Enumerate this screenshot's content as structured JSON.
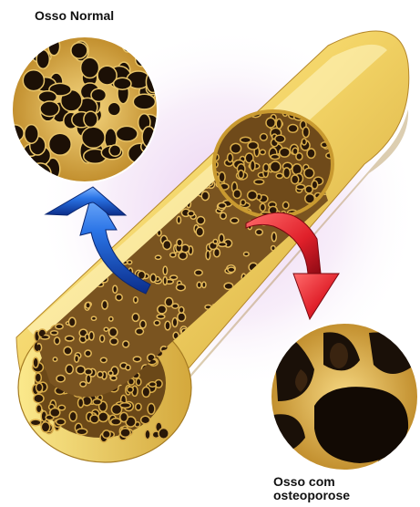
{
  "labels": {
    "normal": "Osso Normal",
    "osteoporosis_line1": "Osso com",
    "osteoporosis_line2": "osteoporose"
  },
  "colors": {
    "bone_light": "#f7e27a",
    "bone_mid": "#e8c04a",
    "bone_dark": "#b58a24",
    "pore": "#2a1a08",
    "arrow_normal": "#1f5fd6",
    "arrow_osteo": "#e0202a",
    "glow": "#d9b8e8"
  },
  "icons": {
    "arrow_normal": "curved-arrow-up-icon",
    "arrow_osteo": "curved-arrow-down-icon"
  }
}
